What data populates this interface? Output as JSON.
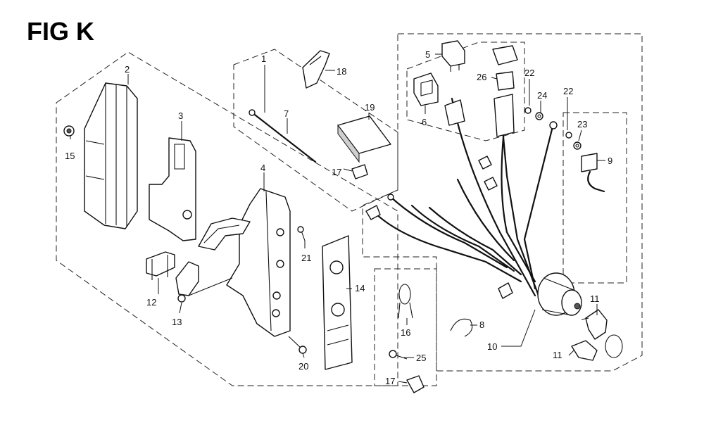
{
  "title": "FIG K",
  "callouts": {
    "c1": "1",
    "c2": "2",
    "c3": "3",
    "c4": "4",
    "c5": "5",
    "c6": "6",
    "c7": "7",
    "c8": "8",
    "c9": "9",
    "c10": "10",
    "c11a": "11",
    "c11b": "11",
    "c12": "12",
    "c13": "13",
    "c14": "14",
    "c15": "15",
    "c16": "16",
    "c17a": "17",
    "c17b": "17",
    "c18": "18",
    "c19": "19",
    "c20": "20",
    "c21": "21",
    "c22a": "22",
    "c22b": "22",
    "c23": "23",
    "c24": "24",
    "c25": "25",
    "c26": "26"
  }
}
